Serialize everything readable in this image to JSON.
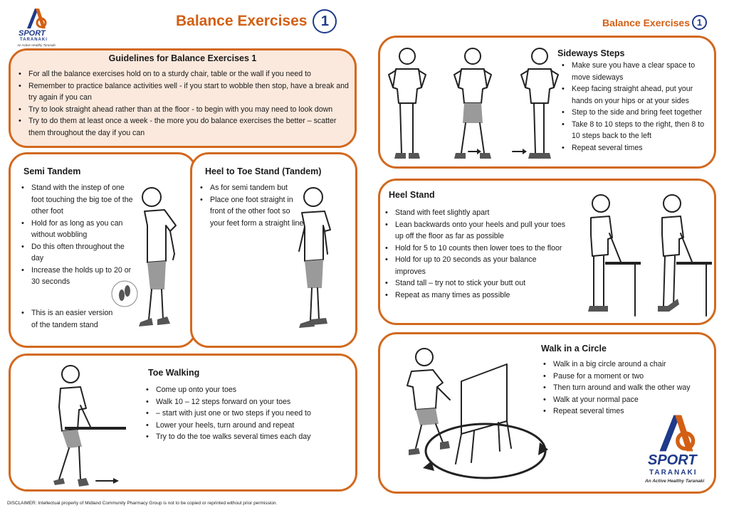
{
  "header": {
    "title": "Balance Exercises",
    "number": "1",
    "right_title": "Balance Exercises",
    "right_number": "1"
  },
  "logo": {
    "line1": "SPORT",
    "line2": "TARANAKI",
    "tagline": "An Active Healthy Taranaki"
  },
  "guidelines": {
    "title": "Guidelines for Balance Exercises 1",
    "items": [
      "For all the balance exercises hold on to a sturdy chair, table or the wall if you need to",
      "Remember to practice balance activities well - if you start to wobble then stop, have a break and try again if you can",
      "Try to look straight ahead rather than at the floor - to begin with you may need to look down",
      "Try to do them at least once a week - the more you do balance exercises the better – scatter them throughout the day if you can"
    ]
  },
  "semi_tandem": {
    "title": "Semi Tandem",
    "items": [
      "Stand with the instep of one foot touching the big toe of the other foot",
      "Hold for as long as you can without wobbling",
      "Do this often throughout the day",
      "Increase the holds up to 20 or 30 seconds",
      "This is an easier version of the tandem stand"
    ]
  },
  "heel_to_toe": {
    "title": "Heel to Toe Stand (Tandem)",
    "items": [
      "As for semi tandem but",
      "Place one foot straight in front of the other foot so your feet form a straight line"
    ]
  },
  "toe_walking": {
    "title": "Toe Walking",
    "items": [
      "Come up onto your toes",
      "Walk 10 – 12 steps forward on your toes",
      "Lower your heels, turn around and repeat",
      "Try to do the toe walks several times each day"
    ],
    "subline": "– start with just one or two steps if you need to"
  },
  "sideways_steps": {
    "title": "Sideways Steps",
    "items": [
      "Make sure you have a clear space to move sideways",
      "Keep facing straight ahead, put your hands on your hips or at your sides",
      "Step to the side and bring feet together",
      "Take 8 to 10 steps to the right, then 8 to 10 steps back to the left",
      "Repeat several times"
    ]
  },
  "heel_stand": {
    "title": "Heel Stand",
    "items": [
      "Stand with feet slightly apart",
      "Lean backwards onto your heels and pull your toes up off the floor as far as possible",
      "Hold for 5 to 10 counts then lower toes to the floor",
      "Hold for up to 20 seconds as your balance improves",
      "Stand tall – try not to stick your butt out",
      "Repeat as many times as possible"
    ]
  },
  "walk_circle": {
    "title": "Walk in a Circle",
    "items": [
      "Walk in a big circle around a chair",
      "Pause for a moment or two",
      "Then turn around and walk the other way",
      "Walk at your normal pace",
      "Repeat several times"
    ]
  },
  "disclaimer": "DISCLAIMER:  Intellectual property of Midland Community Pharmacy Group is not to be copied or reprinted without prior permission.",
  "colors": {
    "accent": "#d35f14",
    "navy": "#1f3a8a",
    "peach": "#fbe9dd"
  }
}
